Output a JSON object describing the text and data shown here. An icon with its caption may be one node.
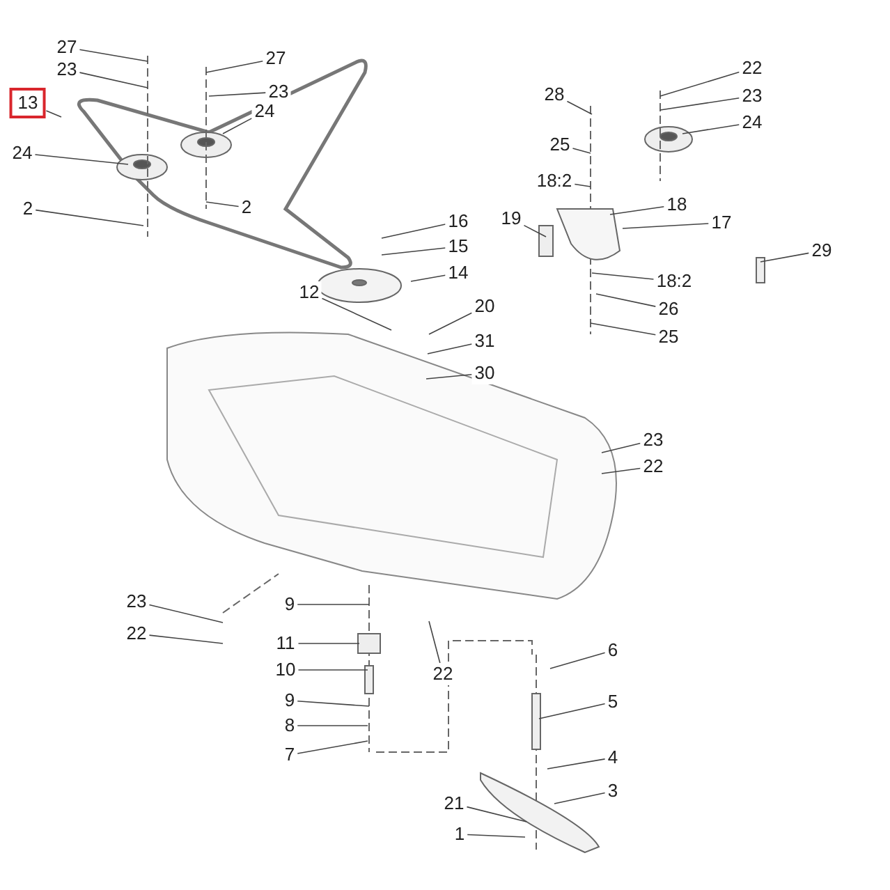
{
  "diagram": {
    "nodes": [
      {
        "text": [
          "27"
        ]
      },
      {
        "text": [
          "27"
        ]
      },
      {
        "text": [
          "23"
        ]
      },
      {
        "text": [
          "23"
        ]
      },
      {
        "text": [
          "22"
        ]
      },
      {
        "text": [
          "23"
        ]
      },
      {
        "text": [
          "13"
        ]
      },
      {
        "text": [
          "24"
        ]
      },
      {
        "text": [
          "28"
        ]
      },
      {
        "text": [
          "24"
        ]
      },
      {
        "text": [
          "25"
        ]
      },
      {
        "text": [
          "24"
        ]
      },
      {
        "text": [
          "18:2"
        ]
      },
      {
        "text": [
          "2"
        ]
      },
      {
        "text": [
          "2"
        ]
      },
      {
        "text": [
          "18"
        ]
      },
      {
        "text": [
          "16"
        ]
      },
      {
        "text": [
          "19"
        ]
      },
      {
        "text": [
          "17"
        ]
      },
      {
        "text": [
          "15"
        ]
      },
      {
        "text": [
          "14"
        ]
      },
      {
        "text": [
          "18:2"
        ]
      },
      {
        "text": [
          "29"
        ]
      },
      {
        "text": [
          "12"
        ]
      },
      {
        "text": [
          "20"
        ]
      },
      {
        "text": [
          "26"
        ]
      },
      {
        "text": [
          "25"
        ]
      },
      {
        "text": [
          "31"
        ]
      },
      {
        "text": [
          "30"
        ]
      },
      {
        "text": [
          "23"
        ]
      },
      {
        "text": [
          "22"
        ]
      },
      {
        "text": [
          "23"
        ]
      },
      {
        "text": [
          "9"
        ]
      },
      {
        "text": [
          "22"
        ]
      },
      {
        "text": [
          "11"
        ]
      },
      {
        "text": [
          "10"
        ]
      },
      {
        "text": [
          "6"
        ]
      },
      {
        "text": [
          "22"
        ]
      },
      {
        "text": [
          "9"
        ]
      },
      {
        "text": [
          "5"
        ]
      },
      {
        "text": [
          "8"
        ]
      },
      {
        "text": [
          "7"
        ]
      },
      {
        "text": [
          "4"
        ]
      },
      {
        "text": [
          "3"
        ]
      },
      {
        "text": [
          "21"
        ]
      },
      {
        "text": [
          "1"
        ]
      }
    ],
    "edges": [
      {
        "from": 0,
        "to": null,
        "arrow": "none"
      },
      {
        "from": 1,
        "to": null,
        "arrow": "none"
      },
      {
        "from": 2,
        "to": null,
        "arrow": "none"
      },
      {
        "from": 3,
        "to": null,
        "arrow": "none"
      },
      {
        "from": 4,
        "to": null,
        "arrow": "none"
      },
      {
        "from": 5,
        "to": null,
        "arrow": "none"
      },
      {
        "from": 6,
        "to": null,
        "arrow": "none"
      },
      {
        "from": 7,
        "to": null,
        "arrow": "none"
      },
      {
        "from": 8,
        "to": null,
        "arrow": "none"
      },
      {
        "from": 9,
        "to": null,
        "arrow": "none"
      },
      {
        "from": 10,
        "to": null,
        "arrow": "none"
      },
      {
        "from": 11,
        "to": null,
        "arrow": "none"
      },
      {
        "from": 12,
        "to": null,
        "arrow": "none"
      },
      {
        "from": 13,
        "to": null,
        "arrow": "none"
      },
      {
        "from": 14,
        "to": null,
        "arrow": "none"
      },
      {
        "from": 15,
        "to": null,
        "arrow": "none"
      },
      {
        "from": 16,
        "to": null,
        "arrow": "none"
      },
      {
        "from": 17,
        "to": null,
        "arrow": "none"
      },
      {
        "from": 18,
        "to": null,
        "arrow": "none"
      },
      {
        "from": 19,
        "to": null,
        "arrow": "none"
      },
      {
        "from": 20,
        "to": null,
        "arrow": "none"
      },
      {
        "from": 21,
        "to": null,
        "arrow": "none"
      },
      {
        "from": 22,
        "to": null,
        "arrow": "none"
      },
      {
        "from": 23,
        "to": null,
        "arrow": "none"
      },
      {
        "from": 24,
        "to": null,
        "arrow": "none"
      },
      {
        "from": 25,
        "to": null,
        "arrow": "none"
      },
      {
        "from": 26,
        "to": null,
        "arrow": "none"
      },
      {
        "from": 27,
        "to": null,
        "arrow": "none"
      },
      {
        "from": 28,
        "to": null,
        "arrow": "none"
      },
      {
        "from": 29,
        "to": null,
        "arrow": "none"
      },
      {
        "from": 30,
        "to": null,
        "arrow": "none"
      },
      {
        "from": 31,
        "to": null,
        "arrow": "none"
      },
      {
        "from": 32,
        "to": null,
        "arrow": "none"
      },
      {
        "from": 33,
        "to": null,
        "arrow": "none"
      },
      {
        "from": 34,
        "to": null,
        "arrow": "none"
      },
      {
        "from": 35,
        "to": null,
        "arrow": "none"
      },
      {
        "from": 36,
        "to": null,
        "arrow": "none"
      },
      {
        "from": 37,
        "to": null,
        "arrow": "none"
      },
      {
        "from": 38,
        "to": null,
        "arrow": "none"
      },
      {
        "from": 39,
        "to": null,
        "arrow": "none"
      },
      {
        "from": 40,
        "to": null,
        "arrow": "none"
      },
      {
        "from": 41,
        "to": null,
        "arrow": "none"
      },
      {
        "from": 42,
        "to": null,
        "arrow": "none"
      },
      {
        "from": 43,
        "to": null,
        "arrow": "none"
      },
      {
        "from": 44,
        "to": null,
        "arrow": "none"
      },
      {
        "from": 45,
        "to": null,
        "arrow": "none"
      }
    ]
  }
}
